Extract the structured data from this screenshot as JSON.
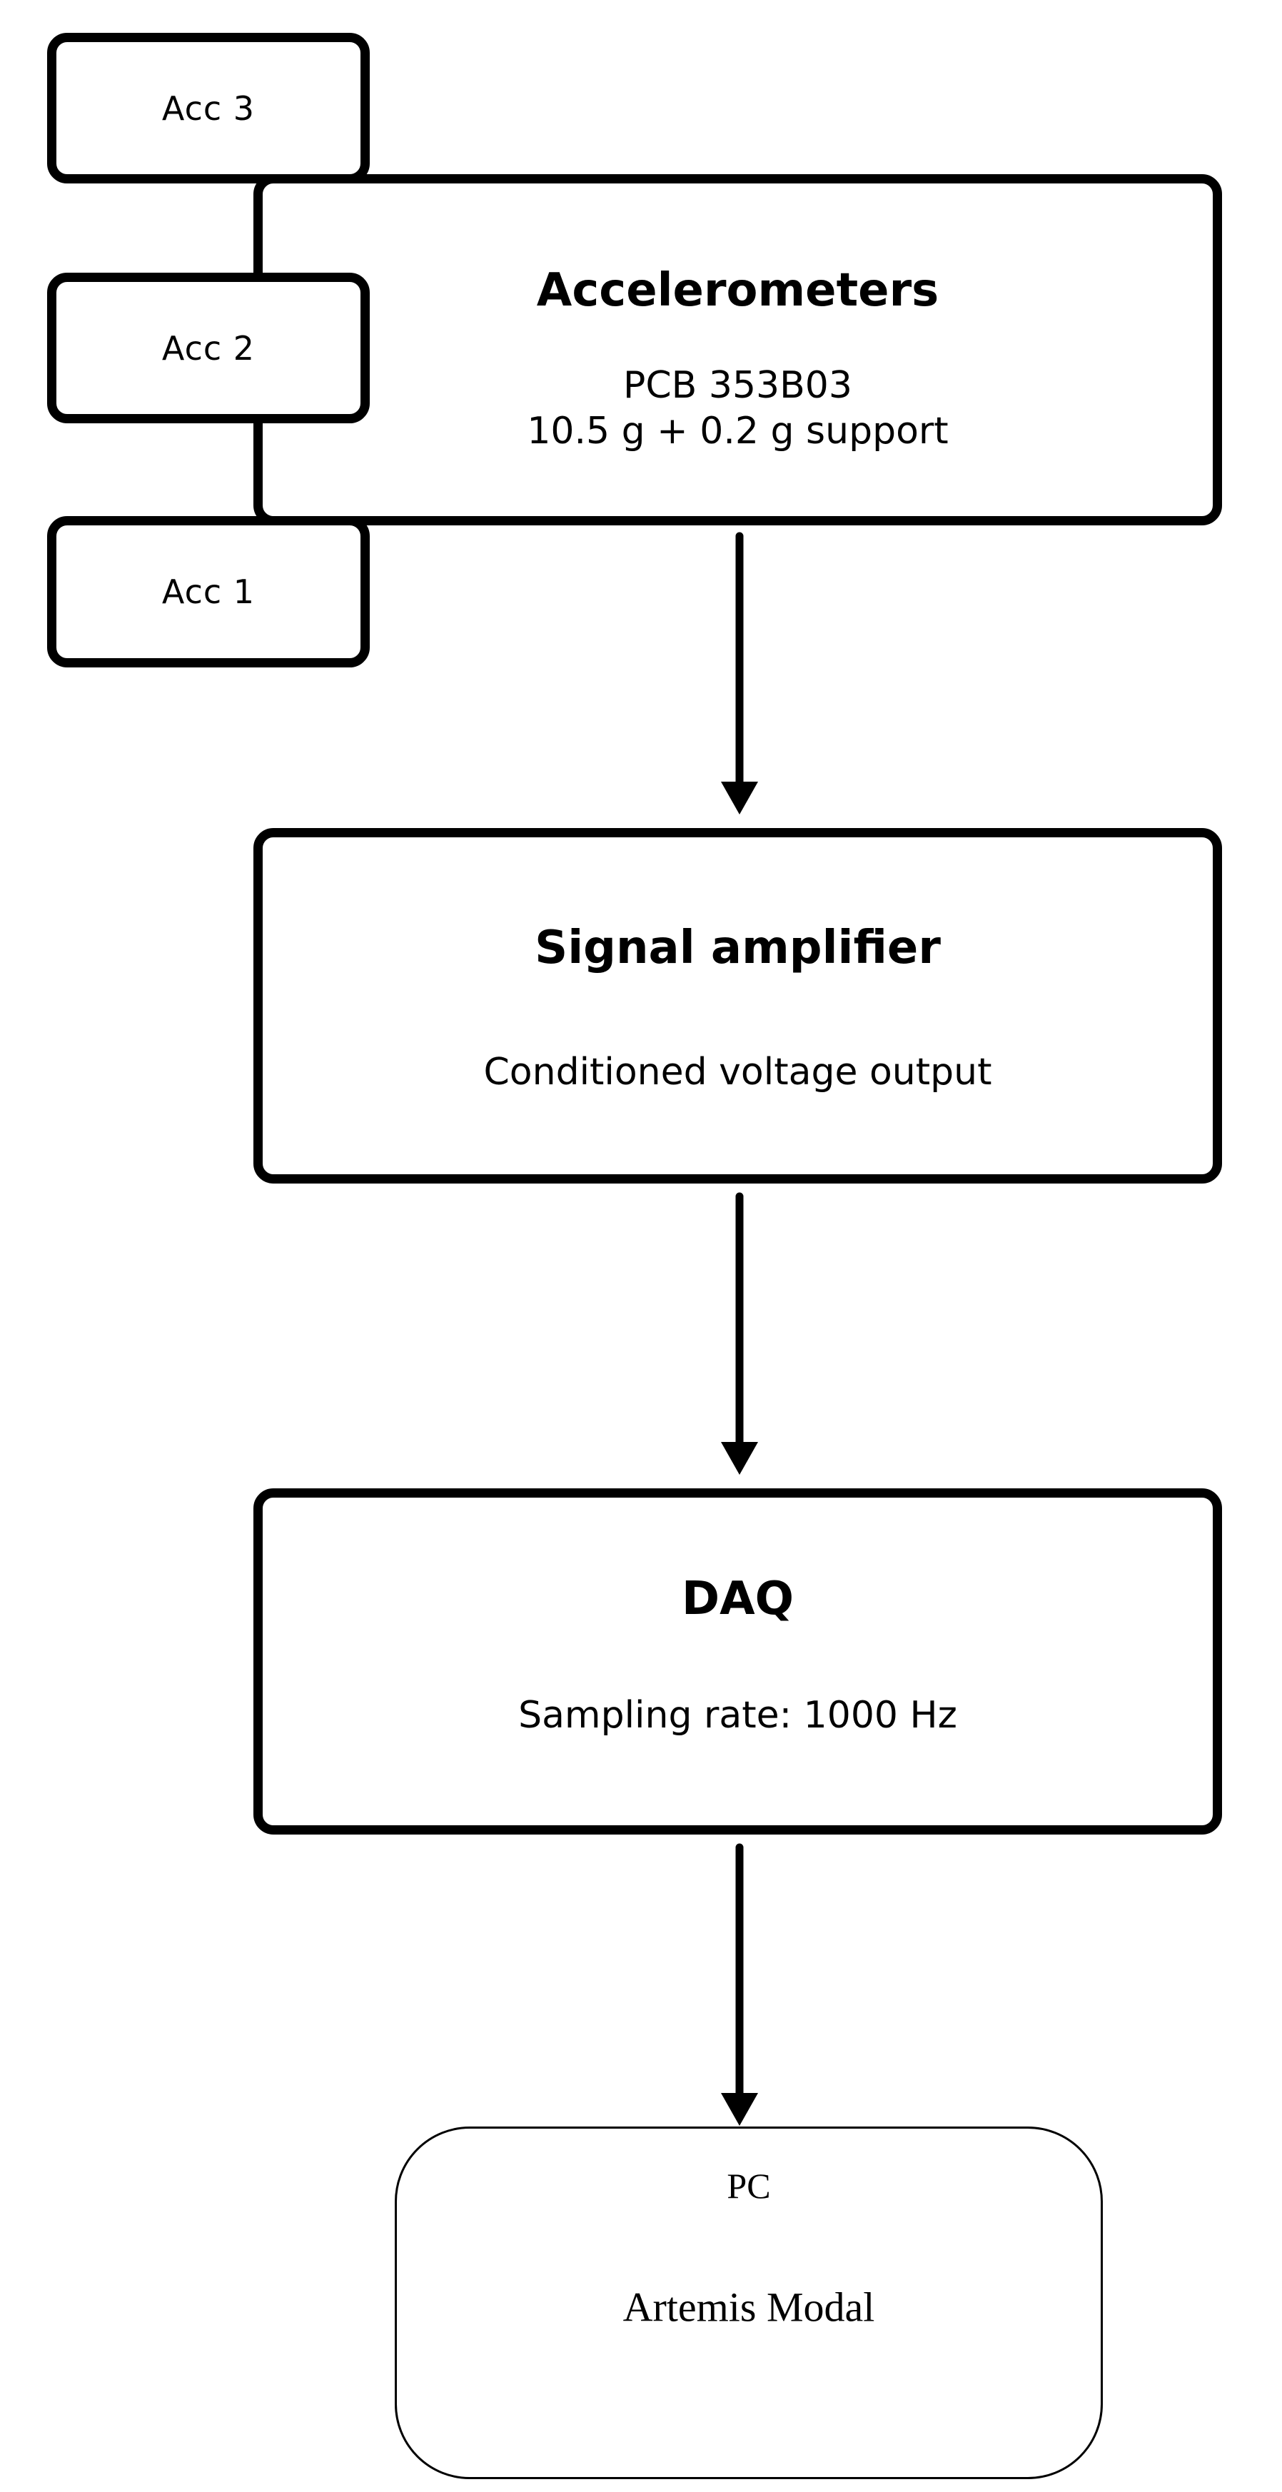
{
  "diagram": {
    "background_color": "#ffffff",
    "stroke_color": "#000000",
    "sensor_nodes": [
      {
        "label": "Acc 3"
      },
      {
        "label": "Acc 2"
      },
      {
        "label": "Acc 1"
      }
    ],
    "accelerometers": {
      "title": "Accelerometers",
      "body_line1": "PCB 353B03",
      "body_line2": "10.5 g + 0.2 g support"
    },
    "signal_amplifier": {
      "title": "Signal amplifier",
      "body": "Conditioned voltage output"
    },
    "daq": {
      "title": "DAQ",
      "body": "Sampling rate: 1000 Hz"
    },
    "pc": {
      "title": "PC",
      "body": "Artemis Modal"
    }
  }
}
